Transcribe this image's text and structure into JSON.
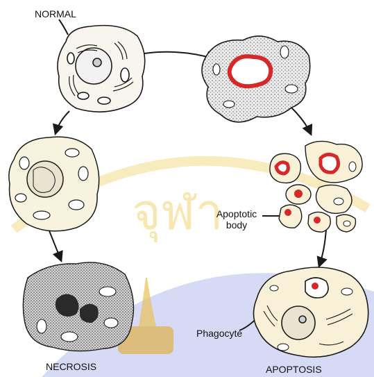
{
  "labels": {
    "normal": "NORMAL",
    "necrosis": "NECROSIS",
    "apoptosis": "APOPTOSIS",
    "apoptotic_body_line1": "Apoptotic",
    "apoptotic_body_line2": "body",
    "phagocyte": "Phagocyte"
  },
  "watermark": {
    "text": "จุฬา",
    "color": "#f0d36a",
    "band_color": "#c9cdf0"
  },
  "colors": {
    "ink": "#1a1a1a",
    "nucleus_red": "#d62828",
    "cell_fill": "#f7f5ee",
    "stipple_fill": "#dcdcdc"
  }
}
